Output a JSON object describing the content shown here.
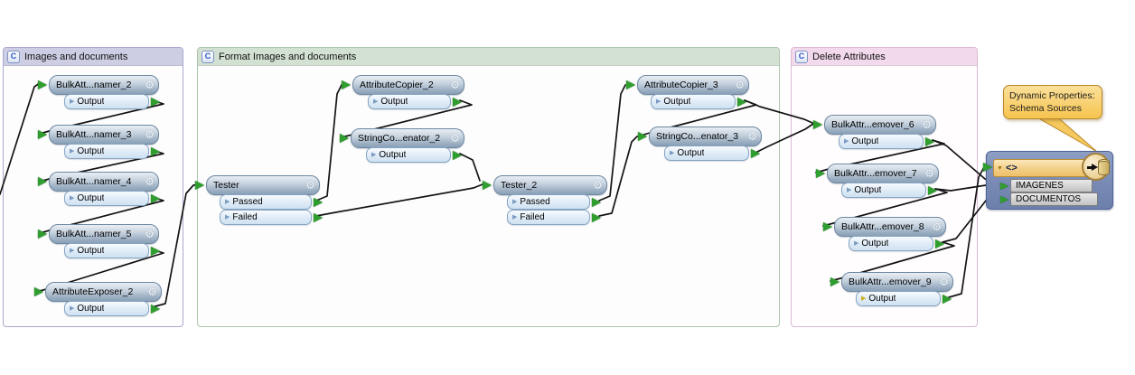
{
  "bookmarks": [
    {
      "title": "Images and documents"
    },
    {
      "title": "Format Images and documents"
    },
    {
      "title": "Delete Attributes"
    }
  ],
  "icons": {
    "gear": "⚙",
    "bookmark": "C",
    "port_triangle": "▶",
    "expander": "▼"
  },
  "nodes": {
    "n1": {
      "label": "BulkAtt...namer_2",
      "out": "Output"
    },
    "n2": {
      "label": "BulkAtt...namer_3",
      "out": "Output"
    },
    "n3": {
      "label": "BulkAtt...namer_4",
      "out": "Output"
    },
    "n4": {
      "label": "BulkAtt...namer_5",
      "out": "Output"
    },
    "n5": {
      "label": "AttributeExposer_2",
      "out": "Output"
    },
    "tester": {
      "label": "Tester",
      "out1": "Passed",
      "out2": "Failed"
    },
    "ac2": {
      "label": "AttributeCopier_2",
      "out": "Output"
    },
    "sc2": {
      "label": "StringCo...enator_2",
      "out": "Output"
    },
    "tester2": {
      "label": "Tester_2",
      "out1": "Passed",
      "out2": "Failed"
    },
    "ac3": {
      "label": "AttributeCopier_3",
      "out": "Output"
    },
    "sc3": {
      "label": "StringCo...enator_3",
      "out": "Output"
    },
    "r6": {
      "label": "BulkAttr...emover_6",
      "out": "Output"
    },
    "r7": {
      "label": "BulkAttr...emover_7",
      "out": "Output"
    },
    "r8": {
      "label": "BulkAttr...emover_8",
      "out": "Output"
    },
    "r9": {
      "label": "BulkAttr...emover_9",
      "out": "Output"
    }
  },
  "writer": {
    "label": "<>",
    "port1": "IMAGENES",
    "port2": "DOCUMENTOS"
  },
  "tooltip": {
    "line1": "Dynamic Properties:",
    "line2": "Schema Sources"
  },
  "colors": {
    "bookmark1_header": "#cdcde4",
    "bookmark1_border": "#a9a9cf",
    "bookmark2_header": "#d3e1d3",
    "bookmark2_border": "#aac6aa",
    "bookmark3_header": "#f2d9eb",
    "bookmark3_border": "#dcb8d4",
    "node_fill": "#a8bacb",
    "port_fill": "#dce9f6",
    "connector_green": "#2f9e2f",
    "port_triangle_yellow": "#c9b320",
    "writer_fill": "#7e92bb",
    "writer_header": "#f3cf86",
    "tooltip_fill": "#f9d27a",
    "line": "#141414"
  }
}
